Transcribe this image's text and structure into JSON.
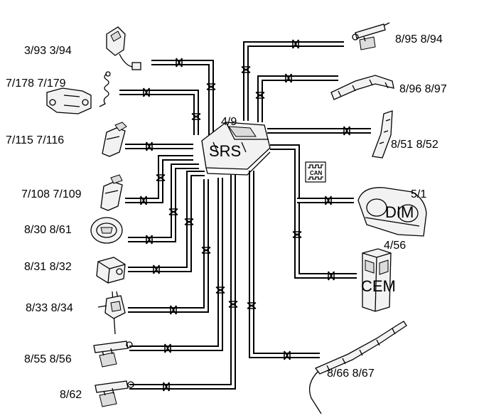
{
  "diagram": {
    "center_module": {
      "name": "SRS",
      "ref": "4/9"
    },
    "can_label": "CAN",
    "modules": [
      {
        "id": "dim",
        "name": "DIM",
        "ref": "5/1"
      },
      {
        "id": "cem",
        "name": "CEM",
        "ref": "4/56"
      }
    ],
    "component_labels": [
      {
        "id": "c1",
        "text": "3/93  3/94"
      },
      {
        "id": "c2",
        "text": "7/178  7/179"
      },
      {
        "id": "c3",
        "text": "7/115  7/116"
      },
      {
        "id": "c4",
        "text": "7/108  7/109"
      },
      {
        "id": "c5",
        "text": "8/30  8/61"
      },
      {
        "id": "c6",
        "text": "8/31  8/32"
      },
      {
        "id": "c7",
        "text": "8/33  8/34"
      },
      {
        "id": "c8",
        "text": "8/55  8/56"
      },
      {
        "id": "c9",
        "text": "8/62"
      },
      {
        "id": "c10",
        "text": "8/95  8/94"
      },
      {
        "id": "c11",
        "text": "8/96  8/97"
      },
      {
        "id": "c12",
        "text": "8/51  8/52"
      },
      {
        "id": "c13",
        "text": "8/66  8/67"
      }
    ]
  }
}
